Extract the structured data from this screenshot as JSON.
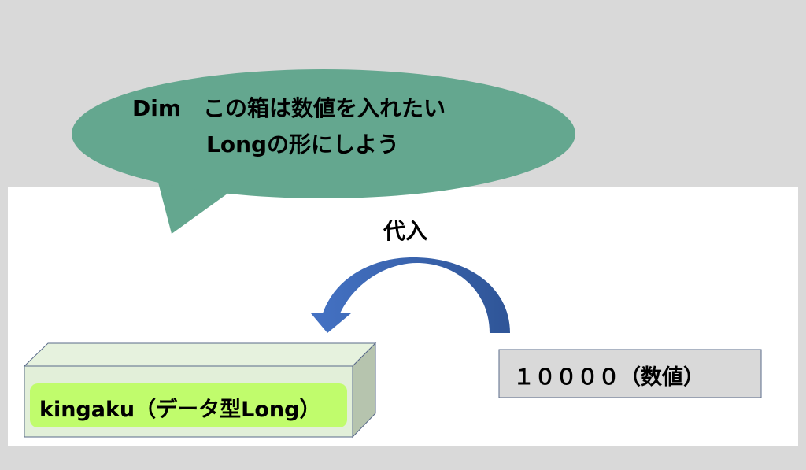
{
  "bubble": {
    "line1": "Dim　この箱は数値を入れたい",
    "line2": "Longの形にしよう"
  },
  "assign_label": "代入",
  "variable_box": {
    "label": "kingaku（データ型Long）"
  },
  "value_box": {
    "label": "１００００（数値）"
  },
  "colors": {
    "bubble": "#64a78f",
    "arrow": "#3a63b0",
    "box": "#e2efd9",
    "label": "#c0fc6c",
    "value": "#d9d9d9"
  }
}
